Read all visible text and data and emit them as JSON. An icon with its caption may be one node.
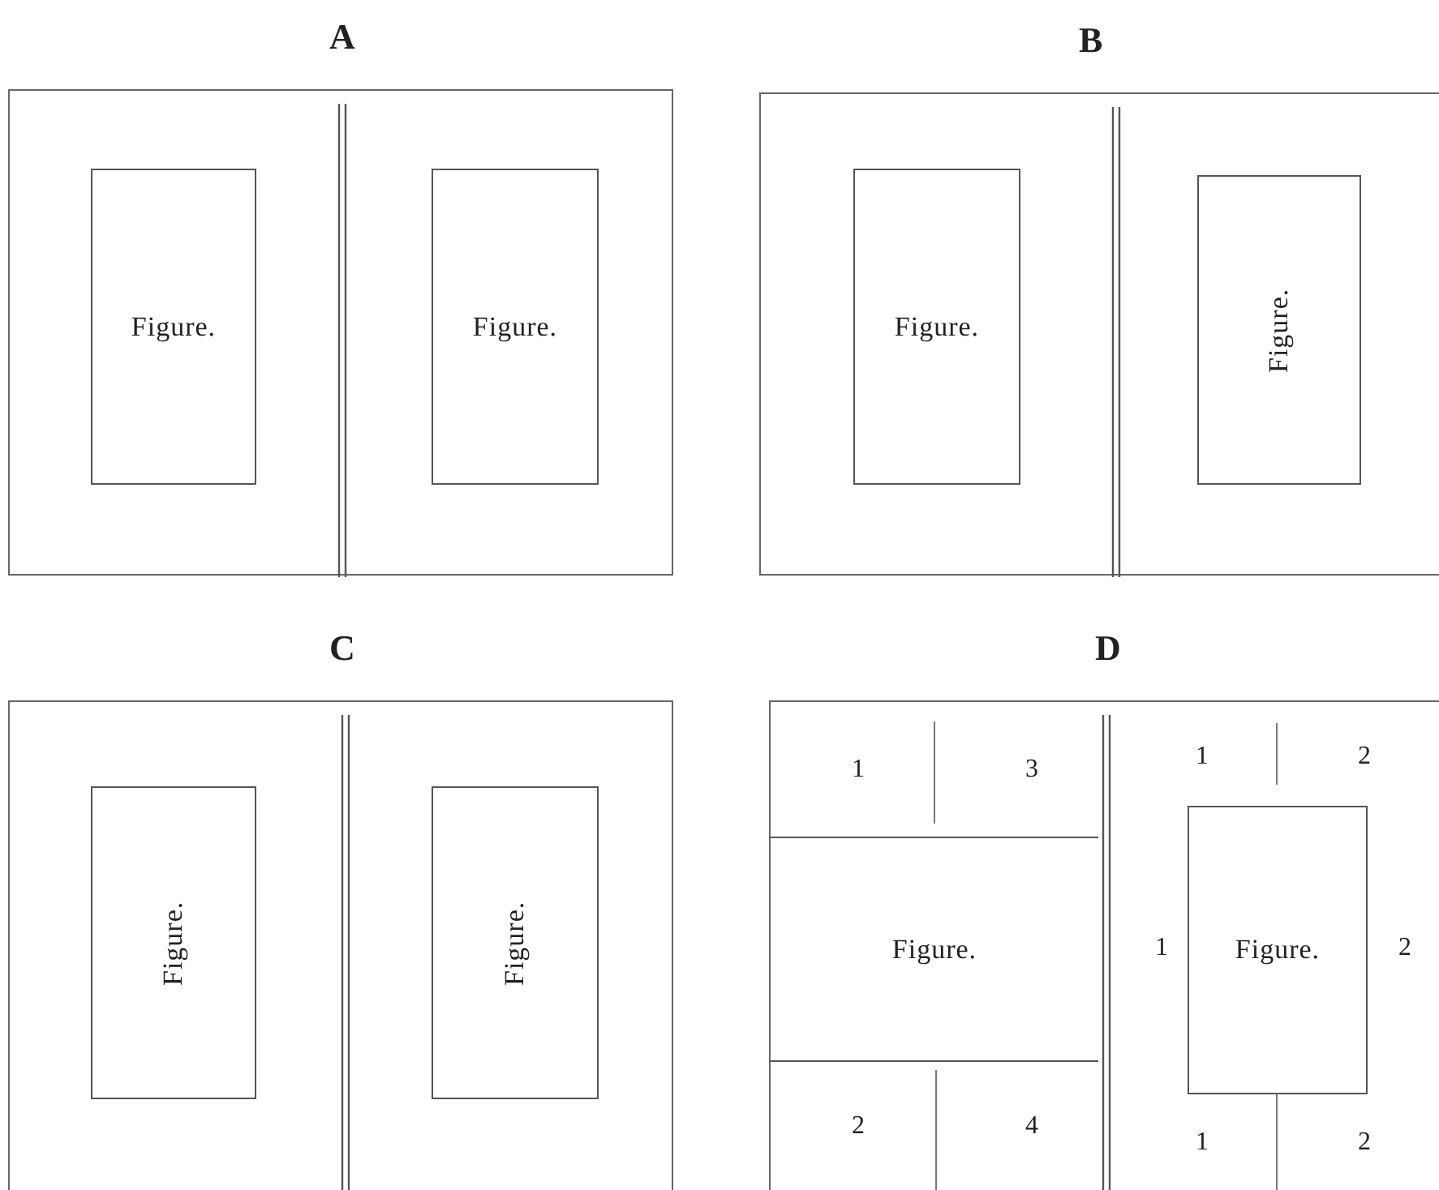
{
  "diagram": {
    "nodes": [
      {
        "text": [
          "A"
        ]
      },
      {
        "text": [
          "Figure."
        ],
        "in": 0
      },
      {
        "text": [
          "Figure."
        ],
        "in": 0
      },
      {
        "text": [
          "B"
        ]
      },
      {
        "text": [
          "Figure."
        ],
        "in": 3
      },
      {
        "text": [
          "Figure."
        ],
        "in": 3
      },
      {
        "text": [
          "C"
        ]
      },
      {
        "text": [
          "Figure."
        ],
        "in": 6
      },
      {
        "text": [
          "Figure."
        ],
        "in": 6
      },
      {
        "text": [
          "D"
        ]
      },
      {
        "text": [
          "Figure."
        ],
        "in": 9
      },
      {
        "text": [
          "Figure."
        ],
        "in": 9
      }
    ],
    "edges": [],
    "labels": [
      "1",
      "3",
      "1",
      "2",
      "1",
      "2",
      "2",
      "4",
      "1",
      "2"
    ]
  }
}
